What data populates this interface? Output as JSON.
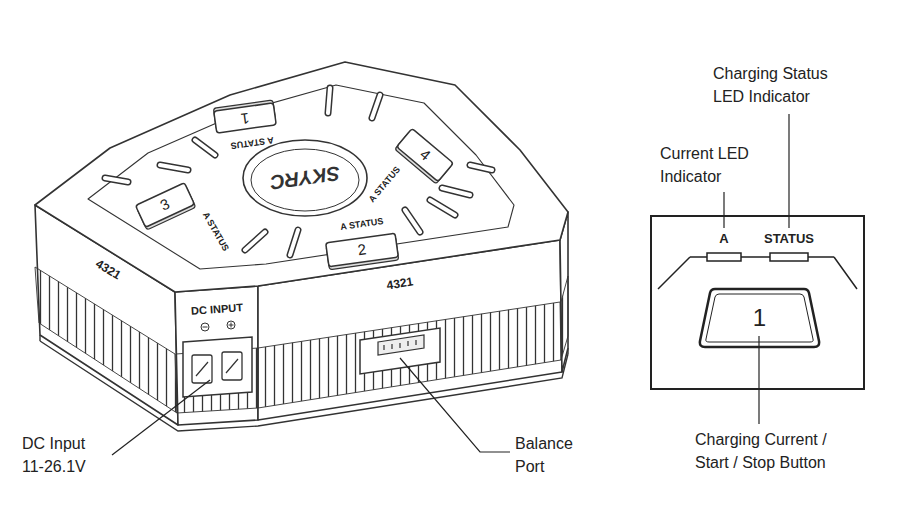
{
  "diagram": {
    "nodes": [
      {
        "text": [
          "A",
          "STATUS"
        ]
      },
      {
        "text": [
          "1"
        ],
        "in": 0
      }
    ],
    "labels": [
      "DC Input 11-26.1V",
      "Balance Port",
      "Charging Status LED Indicator",
      "Current LED Indicator",
      "Charging Current / Start / Stop Button",
      "SKYRC",
      "DC INPUT",
      "4321",
      "4321",
      "2",
      "3",
      "4",
      "1",
      "A STATUS",
      "A STATUS",
      "A STATUS",
      "A STATUS"
    ]
  }
}
